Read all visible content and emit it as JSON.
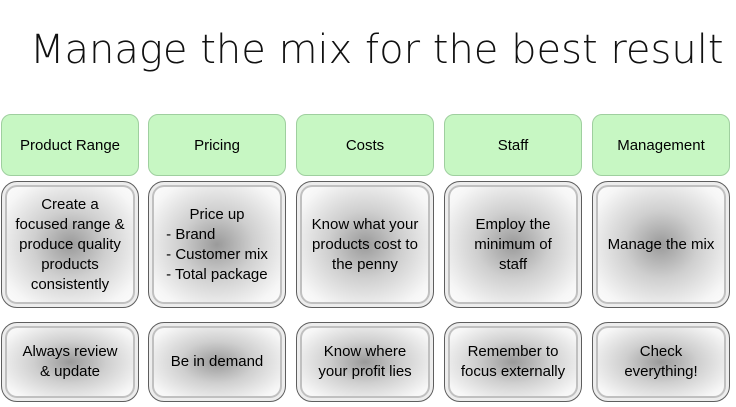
{
  "title": "Manage the mix for the best result",
  "headers": [
    "Product Range",
    "Pricing",
    "Costs",
    "Staff",
    "Management"
  ],
  "row1": {
    "product_range": [
      "Create a",
      "focused range &",
      "produce quality",
      "products",
      "consistently"
    ],
    "pricing": {
      "head": "Price up",
      "items": [
        "- Brand",
        "- Customer mix",
        "- Total package"
      ]
    },
    "costs": [
      "Know what your",
      "products cost to",
      "the penny"
    ],
    "staff": [
      "Employ the",
      "minimum of",
      "staff"
    ],
    "management": [
      "Manage the mix"
    ]
  },
  "row2": {
    "product_range": [
      "Always review",
      "& update"
    ],
    "pricing": [
      "Be in demand"
    ],
    "costs": [
      "Know where",
      "your profit lies"
    ],
    "staff": [
      "Remember to",
      "focus externally"
    ],
    "management": [
      "Check",
      "everything!"
    ]
  },
  "colors": {
    "header_fill": "#c7f7c3",
    "header_border": "#9fcf9f",
    "card_border": "#5e5e5e"
  }
}
